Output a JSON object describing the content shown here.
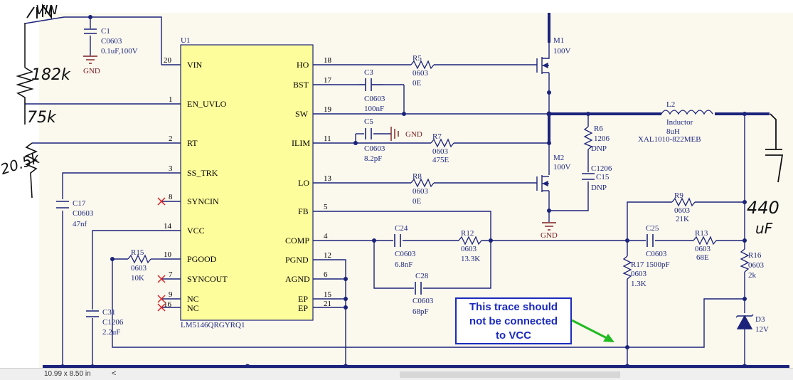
{
  "annotation": {
    "hand_vin": "VIN",
    "hand_r_top": "182k",
    "hand_r_bot": "75k",
    "hand_rt": "20.5k",
    "hand_cap": "440",
    "hand_cap_unit": "uF",
    "note_lines": [
      "This trace should",
      "not be connected",
      "to VCC"
    ]
  },
  "ic": {
    "ref": "U1",
    "part": "LM5146QRGYRQ1",
    "left_pins": [
      {
        "num": "20",
        "name": "VIN"
      },
      {
        "num": "1",
        "name": "EN_UVLO"
      },
      {
        "num": "2",
        "name": "RT"
      },
      {
        "num": "3",
        "name": "SS_TRK"
      },
      {
        "num": "8",
        "name": "SYNCIN"
      },
      {
        "num": "14",
        "name": "VCC"
      },
      {
        "num": "10",
        "name": "PGOOD"
      },
      {
        "num": "7",
        "name": "SYNCOUT"
      },
      {
        "num": "9",
        "name": "NC"
      },
      {
        "num": "16",
        "name": "NC"
      }
    ],
    "right_pins": [
      {
        "num": "18",
        "name": "HO"
      },
      {
        "num": "17",
        "name": "BST"
      },
      {
        "num": "19",
        "name": "SW"
      },
      {
        "num": "11",
        "name": "ILIM"
      },
      {
        "num": "13",
        "name": "LO"
      },
      {
        "num": "5",
        "name": "FB"
      },
      {
        "num": "4",
        "name": "COMP"
      },
      {
        "num": "12",
        "name": "PGND"
      },
      {
        "num": "6",
        "name": "AGND"
      },
      {
        "num": "15",
        "name": "EP"
      },
      {
        "num": "21",
        "name": "EP"
      }
    ]
  },
  "parts": {
    "C1": [
      "C1",
      "C0603",
      "0.1uF,100V"
    ],
    "C3": [
      "C3",
      "C0603",
      "100nF"
    ],
    "C5": [
      "C5",
      "C0603",
      "8.2pF"
    ],
    "C17": [
      "C17",
      "C0603",
      "47nf"
    ],
    "C24": [
      "C24",
      "C0603",
      "6.8nF"
    ],
    "C25": [
      "C25",
      "C0603",
      "1500pF"
    ],
    "C28": [
      "C28",
      "C0603",
      "68pF"
    ],
    "C31": [
      "C31",
      "C1206",
      "2.2uF"
    ],
    "C15": [
      "C1206",
      "C15",
      "DNP"
    ],
    "R5": [
      "R5",
      "0603",
      "0E"
    ],
    "R6": [
      "R6",
      "1206",
      "DNP"
    ],
    "R7": [
      "R7",
      "0603",
      "475E"
    ],
    "R8": [
      "R8",
      "0603",
      "0E"
    ],
    "R9": [
      "R9",
      "0603",
      "21K"
    ],
    "R12": [
      "R12",
      "0603",
      "13.3K"
    ],
    "R13": [
      "R13",
      "0603",
      "68E"
    ],
    "R15": [
      "R15",
      "0603",
      "10K"
    ],
    "R16": [
      "R16",
      "0603",
      "2k"
    ],
    "R17": [
      "R17",
      "0603",
      "1.3K"
    ],
    "M1": [
      "M1",
      "100V"
    ],
    "M2": [
      "M2",
      "100V"
    ],
    "L2": [
      "L2",
      "Inductor",
      "8uH",
      "XAL1010-822MEB"
    ],
    "D3": [
      "D3",
      "12V"
    ]
  },
  "gnd_label": "GND",
  "status": {
    "size": "10.99 x 8.50 in",
    "scroll_left": "<"
  }
}
